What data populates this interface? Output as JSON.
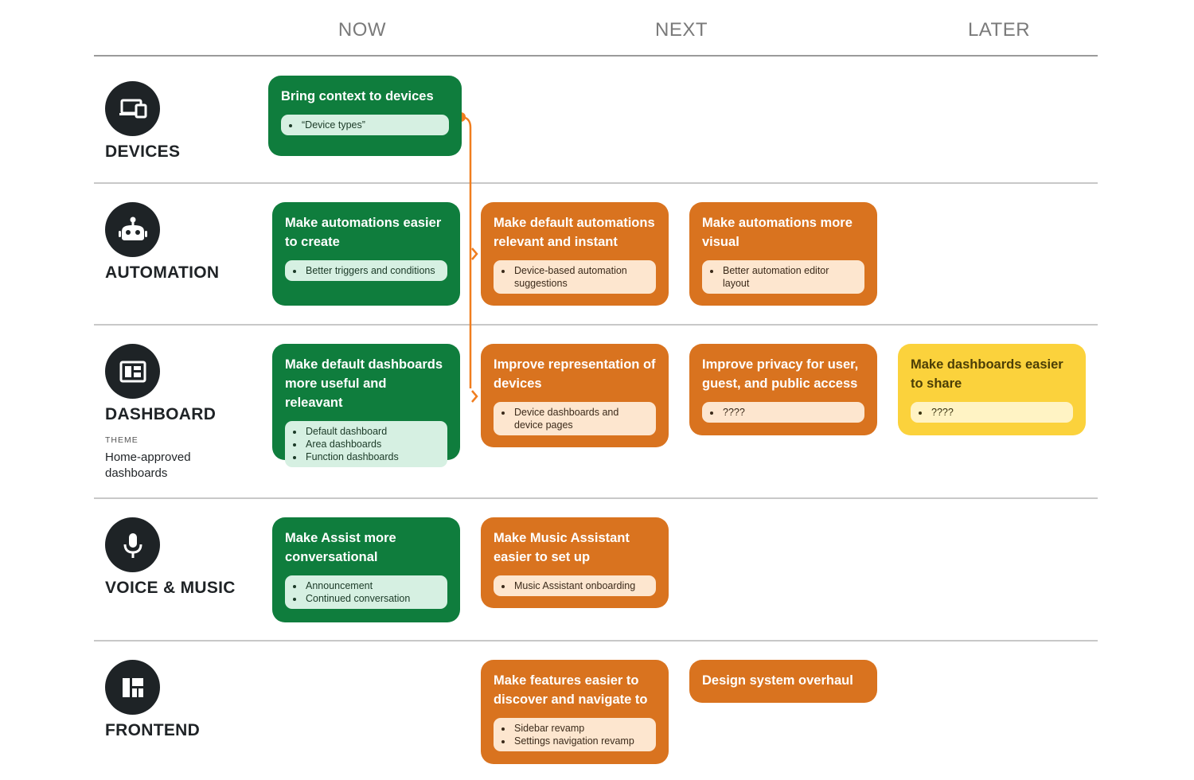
{
  "columns": [
    "NOW",
    "NEXT",
    "LATER"
  ],
  "categories": [
    {
      "label": "DEVICES",
      "icon": "devices-icon"
    },
    {
      "label": "AUTOMATION",
      "icon": "robot-icon"
    },
    {
      "label": "DASHBOARD",
      "icon": "dashboard-icon",
      "theme_label": "THEME",
      "theme_value": "Home-approved dashboards"
    },
    {
      "label": "VOICE & MUSIC",
      "icon": "microphone-icon"
    },
    {
      "label": "FRONTEND",
      "icon": "layout-icon"
    }
  ],
  "cards": {
    "devices_now": {
      "title": "Bring context to devices",
      "items": [
        "“Device types”"
      ]
    },
    "automation_now": {
      "title": "Make automations easier to create",
      "items": [
        "Better triggers and conditions"
      ]
    },
    "automation_next": {
      "title": "Make default automations relevant and instant",
      "items": [
        "Device-based automation suggestions"
      ]
    },
    "automation_next2": {
      "title": "Make automations more visual",
      "items": [
        "Better automation editor layout"
      ]
    },
    "dashboard_now": {
      "title": "Make default dashboards more useful and releavant",
      "items": [
        "Default dashboard",
        "Area dashboards",
        "Function dashboards"
      ]
    },
    "dashboard_next": {
      "title": "Improve representation of devices",
      "items": [
        "Device dashboards and device pages"
      ]
    },
    "dashboard_next2": {
      "title": "Improve privacy for user, guest, and public access",
      "items": [
        "????"
      ]
    },
    "dashboard_later": {
      "title": "Make dashboards easier to share",
      "items": [
        "????"
      ]
    },
    "voice_now": {
      "title": "Make Assist more conversational",
      "items": [
        "Announcement",
        "Continued conversation"
      ]
    },
    "voice_next": {
      "title": "Make Music Assistant easier to set up",
      "items": [
        "Music Assistant onboarding"
      ]
    },
    "frontend_next": {
      "title": "Make features easier to discover and navigate to",
      "items": [
        "Sidebar revamp",
        "Settings navigation revamp"
      ]
    },
    "frontend_next2": {
      "title": "Design system overhaul"
    }
  },
  "colors": {
    "now": "#0f7d3d",
    "next": "#d9731f",
    "later": "#fbd23c",
    "connector": "#f07d1e",
    "icon_bg": "#1e2326"
  }
}
